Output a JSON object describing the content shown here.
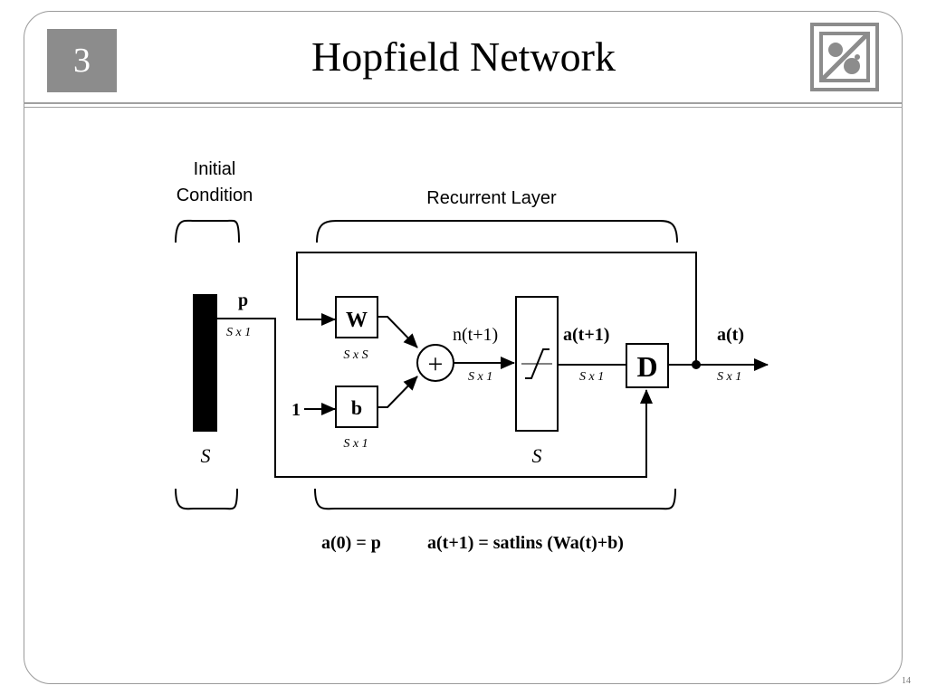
{
  "slide": {
    "number": "3",
    "title": "Hopfield Network",
    "page": "14"
  },
  "diagram": {
    "initial_condition_line1": "Initial",
    "initial_condition_line2": "Condition",
    "recurrent_layer": "Recurrent Layer",
    "input_p": "p",
    "input_p_dim": "S x 1",
    "input_s": "S",
    "weight_label": "W",
    "weight_dim": "S x S",
    "bias_label": "b",
    "bias_dim": "S x 1",
    "bias_input": "1",
    "sum_symbol": "+",
    "n_label": "n(t+1)",
    "n_dim": "S x 1",
    "a_next_label": "a(t+1)",
    "a_next_dim": "S x 1",
    "transfer_s": "S",
    "delay_label": "D",
    "a_out_label": "a(t)",
    "a_out_dim": "S x 1",
    "eq_initial": "a(0) = p",
    "eq_recurrent": "a(t+1) = satlins (Wa(t)+b)"
  },
  "colors": {
    "badge_bg": "#8c8c8c",
    "frame": "#9a9a9a",
    "ink": "#000000"
  },
  "icons": {
    "logo": "slide-logo-icon"
  }
}
